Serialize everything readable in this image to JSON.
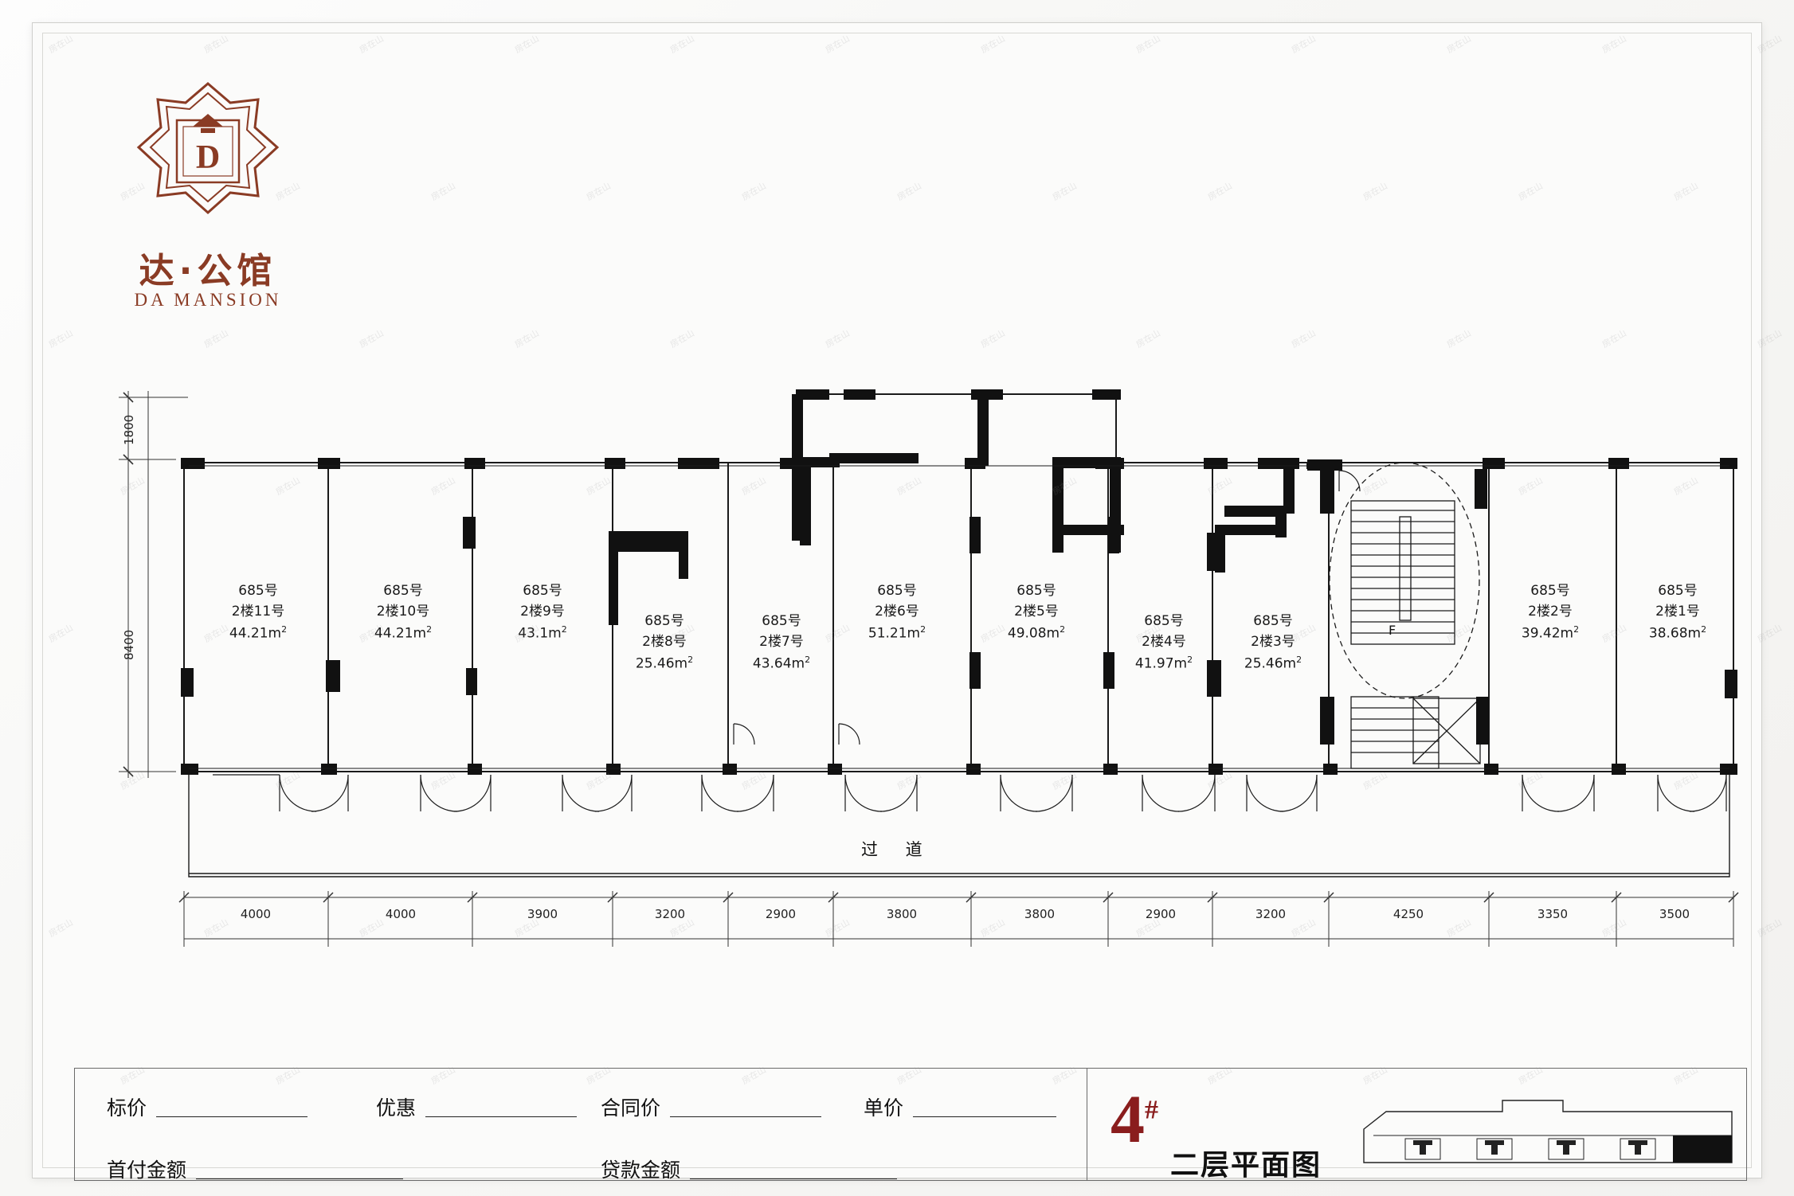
{
  "brand": {
    "name_cn": "达·公馆",
    "name_en": "DA MANSION",
    "accent_color": "#8a3b24"
  },
  "watermark": {
    "text": "房在山",
    "opacity": "0.2"
  },
  "plan": {
    "corridor_label": "过    道",
    "vertical_dims": [
      "1800",
      "8400"
    ],
    "horizontal_dims": [
      "4000",
      "4000",
      "3900",
      "3200",
      "2900",
      "3800",
      "3800",
      "2900",
      "3200",
      "4250",
      "3350",
      "3500"
    ],
    "stair_label": "F",
    "units": [
      {
        "id": "685号",
        "name": "2楼11号",
        "area": "44.21",
        "unit": "m",
        "sup": "2"
      },
      {
        "id": "685号",
        "name": "2楼10号",
        "area": "44.21",
        "unit": "m",
        "sup": "2"
      },
      {
        "id": "685号",
        "name": "2楼9号",
        "area": "43.1",
        "unit": "m",
        "sup": "2"
      },
      {
        "id": "685号",
        "name": "2楼8号",
        "area": "25.46",
        "unit": "m",
        "sup": "2"
      },
      {
        "id": "685号",
        "name": "2楼7号",
        "area": "43.64",
        "unit": "m",
        "sup": "2"
      },
      {
        "id": "685号",
        "name": "2楼6号",
        "area": "51.21",
        "unit": "m",
        "sup": "2"
      },
      {
        "id": "685号",
        "name": "2楼5号",
        "area": "49.08",
        "unit": "m",
        "sup": "2"
      },
      {
        "id": "685号",
        "name": "2楼4号",
        "area": "41.97",
        "unit": "m",
        "sup": "2"
      },
      {
        "id": "685号",
        "name": "2楼3号",
        "area": "25.46",
        "unit": "m",
        "sup": "2"
      },
      {
        "id": "685号",
        "name": "2楼2号",
        "area": "39.42",
        "unit": "m",
        "sup": "2"
      },
      {
        "id": "685号",
        "name": "2楼1号",
        "area": "38.68",
        "unit": "m",
        "sup": "2"
      }
    ]
  },
  "titleblock": {
    "fields_row1": [
      "标价",
      "优惠",
      "合同价",
      "单价"
    ],
    "fields_row2": [
      "首付金额",
      "贷款金额"
    ],
    "building_number": "4",
    "building_suffix": "#",
    "plan_title": "二层平面图"
  }
}
